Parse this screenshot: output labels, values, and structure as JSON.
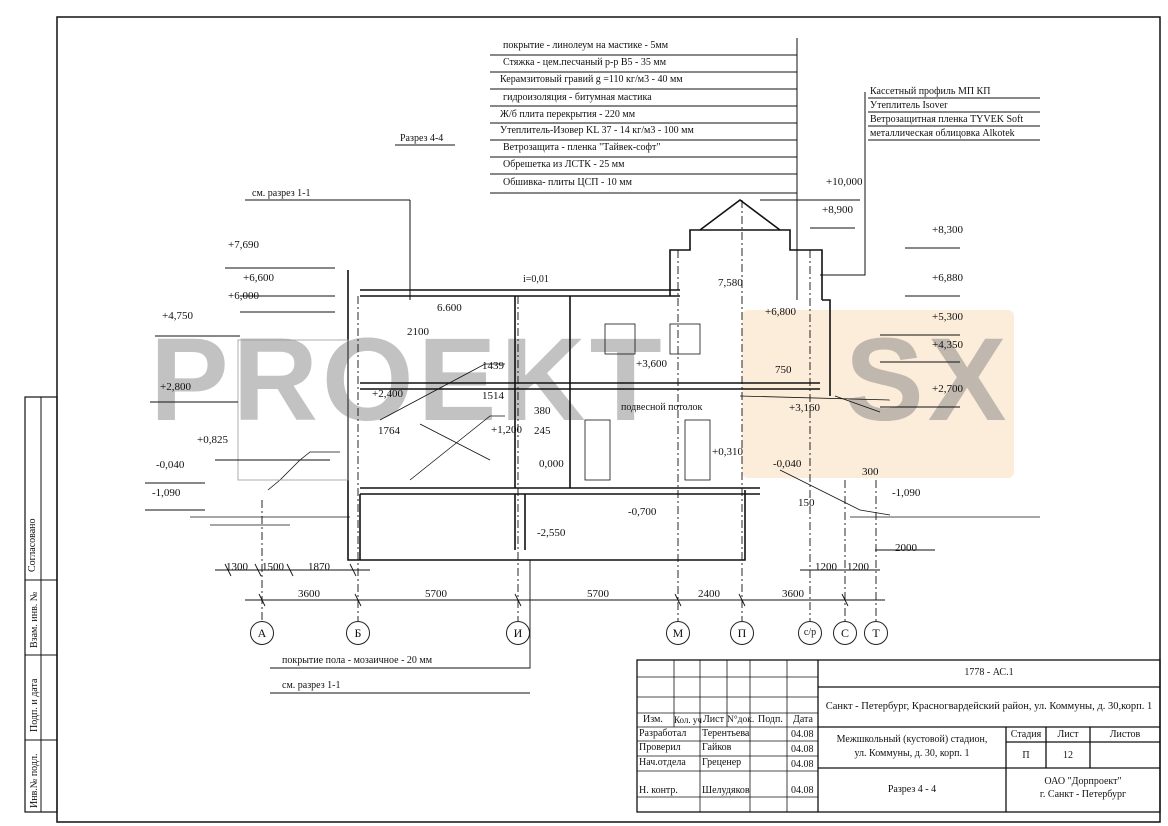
{
  "materials_table": [
    "покрытие - линолеум на мастике      -        5мм",
    "Стяжка  - цем.песчаный р-р В5       -      35 мм",
    "Керамзитовый гравий g =110 кг/м3   -    40  мм",
    "гидроизоляция      -        битумная мастика",
    "Ж/б плита перекрытия              -              220 мм",
    "Утеплитель-Изовер KL 37 - 14 кг/м3   - 100 мм",
    "Ветрозащита   -   пленка \"Тайвек-софт\"",
    "Обрешетка  из ЛСТК               -              25 мм",
    "Обшивка- плиты ЦСП                    -      10 мм"
  ],
  "wall_spec": [
    "Кассетный профиль МП КП",
    "Утеплитель Isover",
    "Ветрозащитная пленка TYVEK Soft",
    "металлическая облицовка Alkotek"
  ],
  "section_title": "Разрез 4-4",
  "see_section_top": "см. разрез 1-1",
  "floor_note": "покрытие пола - мозаичное     -  20 мм",
  "see_section_bottom": "см. разрез 1-1",
  "ceiling_note": "подвесной потолок",
  "slope": "i=0,01",
  "levels": [
    "+7,690",
    "+6,600",
    "+6,000",
    "+4,750",
    "+2,800",
    "+0,825",
    "-0,040",
    "-1,090",
    "6.600",
    "+2,400",
    "+1,200",
    "0,000",
    "+10,000",
    "+8,900",
    "+8,300",
    "+6,880",
    "7,580",
    "+6,800",
    "+5,300",
    "+4,350",
    "+3,600",
    "+2,700",
    "+3,160",
    "+0,310",
    "-0,040",
    "-0,700",
    "-2,550",
    "-1,090"
  ],
  "inner_dims": [
    "2100",
    "1439",
    "1514",
    "1764",
    "380",
    "245",
    "750",
    "300",
    "150"
  ],
  "dims_row1": [
    "1300",
    "1500",
    "1870",
    "1200",
    "1200",
    "2000"
  ],
  "dims_row2": [
    "3600",
    "5700",
    "5700",
    "2400",
    "3600"
  ],
  "axes": [
    "А",
    "Б",
    "И",
    "М",
    "П",
    "с/р",
    "С",
    "Т"
  ],
  "watermark": {
    "left": "PROEKT",
    "right": "SX",
    "accent": "#f5c896"
  },
  "side_stamp": [
    "Согласовано",
    "Взам. инв. №",
    "Подп. и дата",
    "Инв.№ подл."
  ],
  "title_block": {
    "code": "1778 -  АС.1",
    "address": "Санкт - Петербург, Красногвардейский район, ул. Коммуны, д. 30,корп. 1",
    "headers": [
      "Изм.",
      "Кол. уч",
      "Лист",
      "N°док.",
      "Подп.",
      "Дата"
    ],
    "signers": [
      {
        "role": "Разработал",
        "name": "Терентьева",
        "date": "04.08"
      },
      {
        "role": "Проверил",
        "name": "Гайков",
        "date": "04.08"
      },
      {
        "role": "Нач.отдела",
        "name": "Греценер",
        "date": "04.08"
      },
      {
        "role": "Н. контр.",
        "name": "Шелудяков",
        "date": "04.08"
      }
    ],
    "project_line1": "Межшкольный (кустовой) стадион,",
    "project_line2": "ул. Коммуны, д. 30, корп. 1",
    "stage_label": "Стадия",
    "sheet_label": "Лист",
    "sheets_label": "Листов",
    "stage": "П",
    "sheet": "12",
    "sheet_title": "Разрез 4 - 4",
    "org_line1": "ОАО \"Дорпроект\"",
    "org_line2": "г. Санкт - Петербург"
  }
}
